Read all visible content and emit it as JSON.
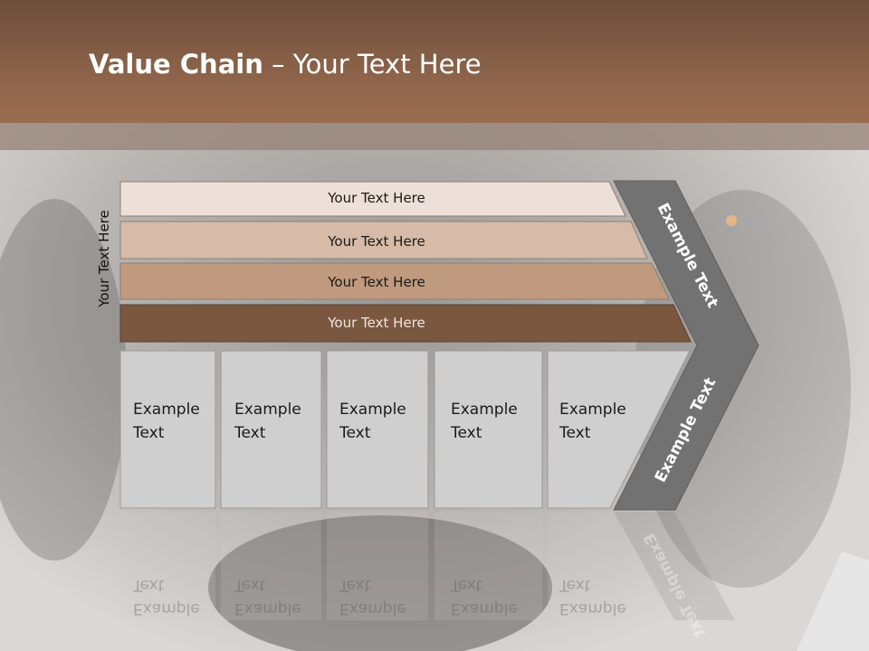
{
  "title": {
    "bold": "Value Chain",
    "rest": " – Your Text Here"
  },
  "side_label": "Your Text Here",
  "rows": [
    {
      "label": "Your Text Here",
      "color": "#ece0d8"
    },
    {
      "label": "Your Text Here",
      "color": "#d6bba8"
    },
    {
      "label": "Your Text Here",
      "color": "#bf9a7e"
    },
    {
      "label": "Your Text Here",
      "color": "#7a5840"
    }
  ],
  "columns": [
    {
      "line1": "Example",
      "line2": "Text"
    },
    {
      "line1": "Example",
      "line2": "Text"
    },
    {
      "line1": "Example",
      "line2": "Text"
    },
    {
      "line1": "Example",
      "line2": "Text"
    },
    {
      "line1": "Example",
      "line2": "Text"
    }
  ],
  "chevron": {
    "upper_label": "Example Text",
    "lower_label": "Example Text",
    "color": "#727272"
  },
  "colors": {
    "header": "#8c634a",
    "column_fill": "#cfcfcf"
  }
}
